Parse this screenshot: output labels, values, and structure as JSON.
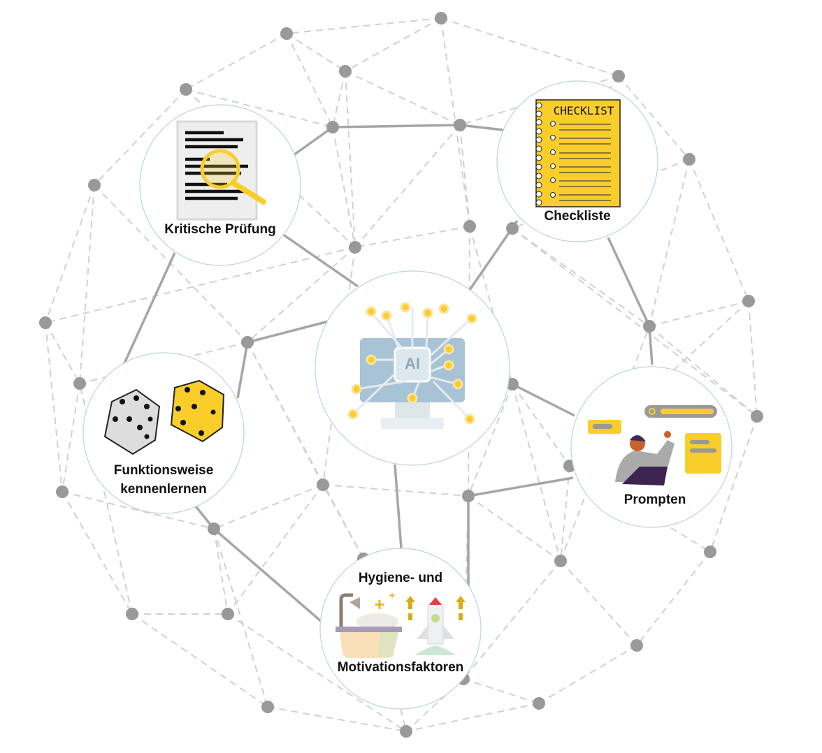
{
  "nodes": {
    "critical_review": {
      "label": "Kritische Prüfung"
    },
    "checklist": {
      "label": "Checkliste",
      "icon_text": "CHECKLIST"
    },
    "ai": {
      "icon_text": "AI"
    },
    "how_it_works": {
      "label_line1": "Funktionsweise",
      "label_line2": "kennenlernen"
    },
    "prompting": {
      "label": "Prompten"
    },
    "hygiene": {
      "label_top": "Hygiene- und",
      "label_bottom": "Motivationsfaktoren"
    }
  },
  "colors": {
    "accent": "#f9ce2a",
    "dot": "#999999",
    "edge": "#a6a6a6",
    "dashed": "#d0d0d0",
    "ring": "#bcd3e0"
  }
}
